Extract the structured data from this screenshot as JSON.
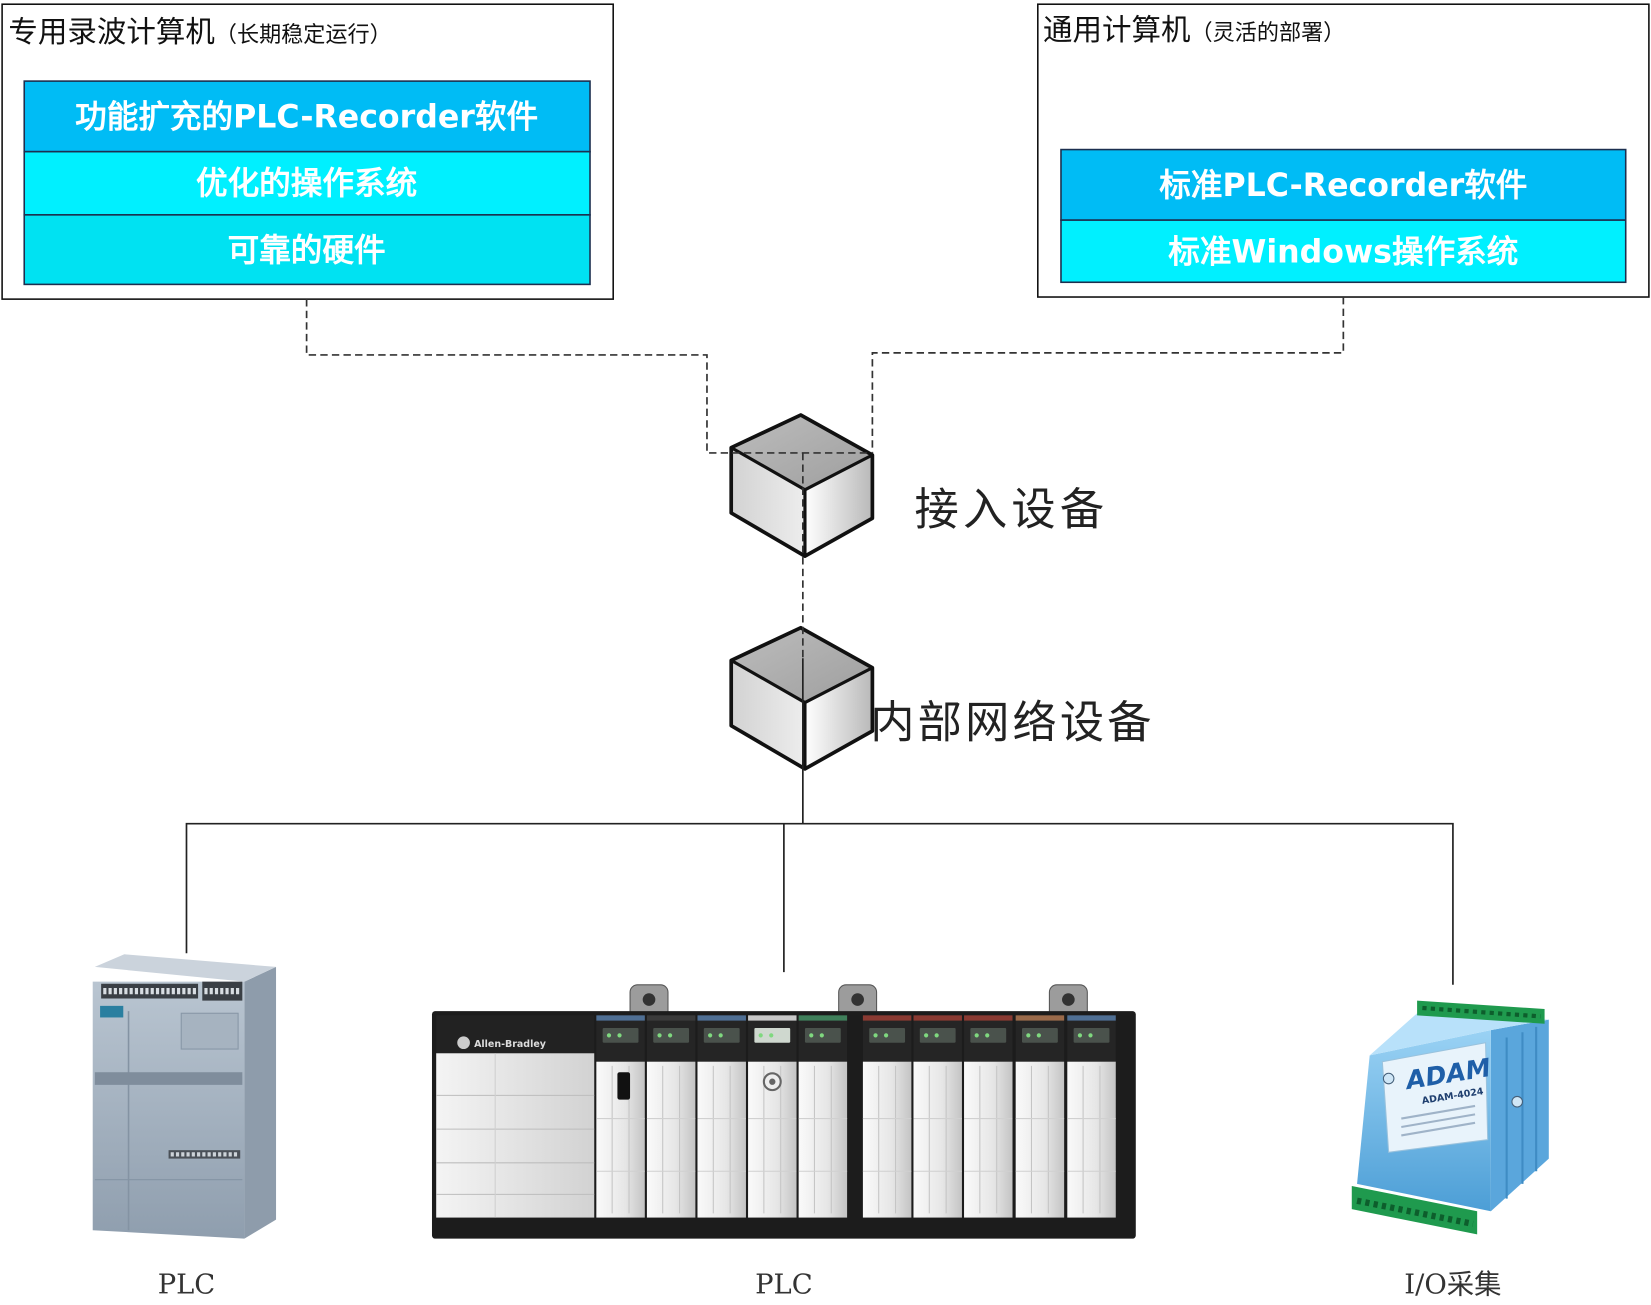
{
  "dedicated_computer": {
    "title": "专用录波计算机",
    "subtitle": "（长期稳定运行）",
    "layers": [
      "功能扩充的PLC-Recorder软件",
      "优化的操作系统",
      "可靠的硬件"
    ]
  },
  "general_computer": {
    "title": "通用计算机",
    "subtitle": "（灵活的部署）",
    "layers": [
      "标准PLC-Recorder软件",
      "标准Windows操作系统"
    ]
  },
  "access_device": {
    "label": "接入设备"
  },
  "internal_network_device": {
    "label": "内部网络设备"
  },
  "field_devices": [
    {
      "label": "PLC",
      "icon": "compact-plc-icon"
    },
    {
      "label": "PLC",
      "icon": "rack-plc-icon"
    },
    {
      "label": "I/O采集",
      "icon": "io-module-icon"
    }
  ],
  "brand_logos": {
    "allen_bradley": "Allen-Bradley",
    "adam": "ADAM",
    "adam_model": "ADAM-4024"
  },
  "colors": {
    "software_layer": "#00bcf5",
    "system_layer": "#00f0ff",
    "hardware_layer": "#00e2f2",
    "layer_border": "#1c2f4f",
    "connector_line": "#333333",
    "bus_line": "#222222"
  }
}
